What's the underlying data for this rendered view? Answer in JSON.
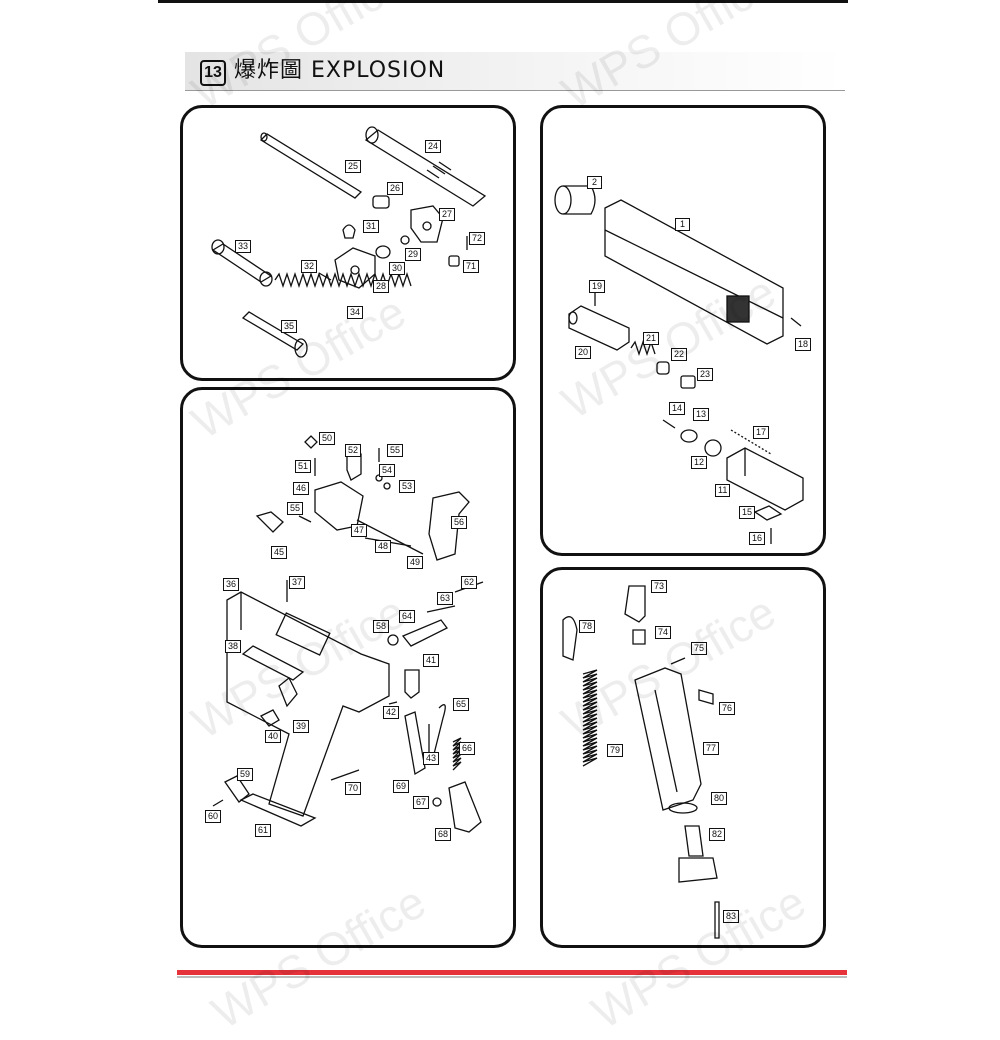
{
  "header": {
    "section_number": "13",
    "title": "爆炸圖  EXPLOSION"
  },
  "watermark": {
    "text": "WPS Office"
  },
  "panels": {
    "barrel": {
      "labels": [
        "24",
        "25",
        "26",
        "27",
        "31",
        "72",
        "33",
        "32",
        "30",
        "29",
        "71",
        "28",
        "34",
        "35"
      ]
    },
    "slide": {
      "labels": [
        "2",
        "1",
        "19",
        "18",
        "21",
        "20",
        "22",
        "23",
        "14",
        "13",
        "17",
        "12",
        "11",
        "15",
        "16"
      ]
    },
    "frame": {
      "labels": [
        "50",
        "52",
        "55",
        "51",
        "54",
        "53",
        "46",
        "55",
        "47",
        "56",
        "45",
        "48",
        "49",
        "36",
        "37",
        "62",
        "63",
        "64",
        "58",
        "38",
        "41",
        "42",
        "65",
        "39",
        "40",
        "43",
        "66",
        "59",
        "70",
        "69",
        "67",
        "60",
        "61",
        "68"
      ]
    },
    "magazine": {
      "labels": [
        "73",
        "78",
        "74",
        "75",
        "76",
        "77",
        "79",
        "80",
        "82",
        "83"
      ]
    }
  },
  "colors": {
    "accent_red": "#e5323b",
    "line": "#111111"
  }
}
